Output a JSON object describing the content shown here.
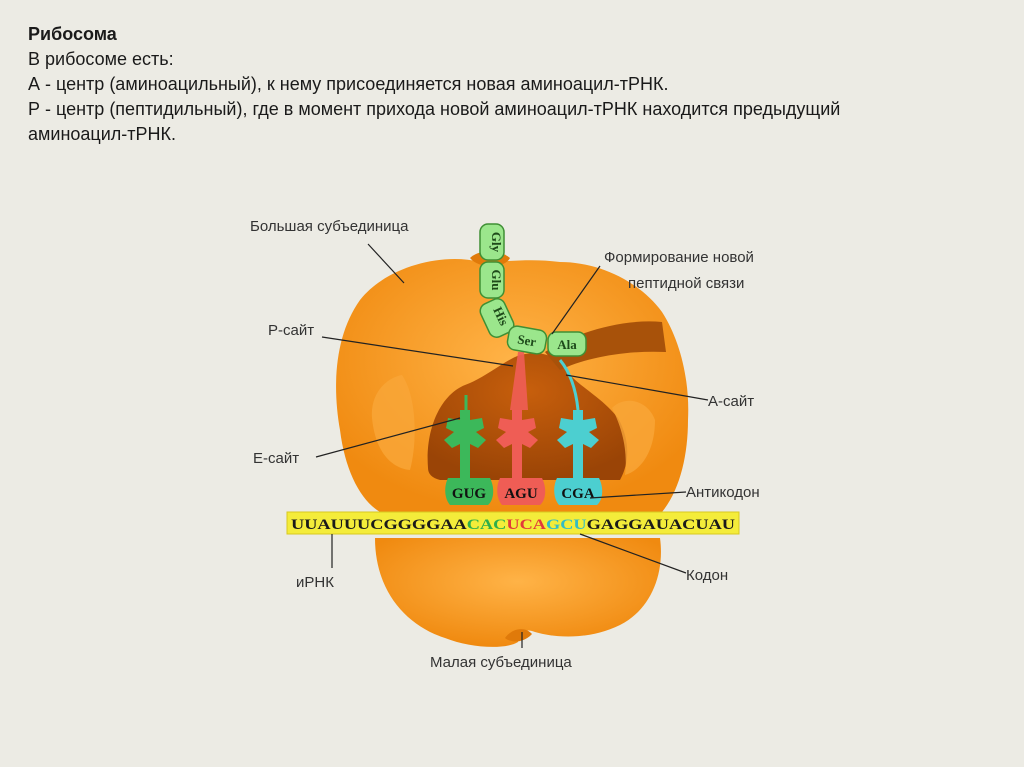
{
  "text": {
    "title": "Рибосома",
    "line1": "В рибосоме есть:",
    "line2": "А - центр (аминоацильный), к нему присоединяется новая аминоацил-тРНК.",
    "line3": "Р - центр (пептидильный), где в момент прихода новой аминоацил-тРНК находится предыдущий",
    "line4": "аминоацил-тРНК."
  },
  "diagram": {
    "labels": {
      "large_subunit": "Большая субъединица",
      "peptide_bond_1": "Формирование новой",
      "peptide_bond_2": "пептидной связи",
      "p_site": "Р-сайт",
      "a_site": "А-сайт",
      "e_site": "Е-сайт",
      "anticodon": "Антикодон",
      "mrna": "иРНК",
      "codon": "Кодон",
      "small_subunit": "Малая субъединица"
    },
    "amino_acids": [
      "Gly",
      "Glu",
      "His",
      "Ser",
      "Ala"
    ],
    "trna_anticodons": [
      {
        "text": "GUG",
        "color": "#3cb85a"
      },
      {
        "text": "AGU",
        "color": "#ef5d55"
      },
      {
        "text": "CGA",
        "color": "#4ccfd0"
      }
    ],
    "mrna_segments": [
      {
        "text": "UUAUUUCGGGGAA",
        "color": "#1a1a1a"
      },
      {
        "text": "CAC",
        "color": "#2fae4a"
      },
      {
        "text": "UCA",
        "color": "#e23a3a"
      },
      {
        "text": "GCU",
        "color": "#35bcc4"
      },
      {
        "text": "GAGGAUACUAU",
        "color": "#1a1a1a"
      }
    ],
    "colors": {
      "ribosome": "#f7961d",
      "ribosome_dark": "#a8520a",
      "mrna_strip": "#f4ec3a",
      "amino_acid_fill": "#9be68c"
    }
  }
}
